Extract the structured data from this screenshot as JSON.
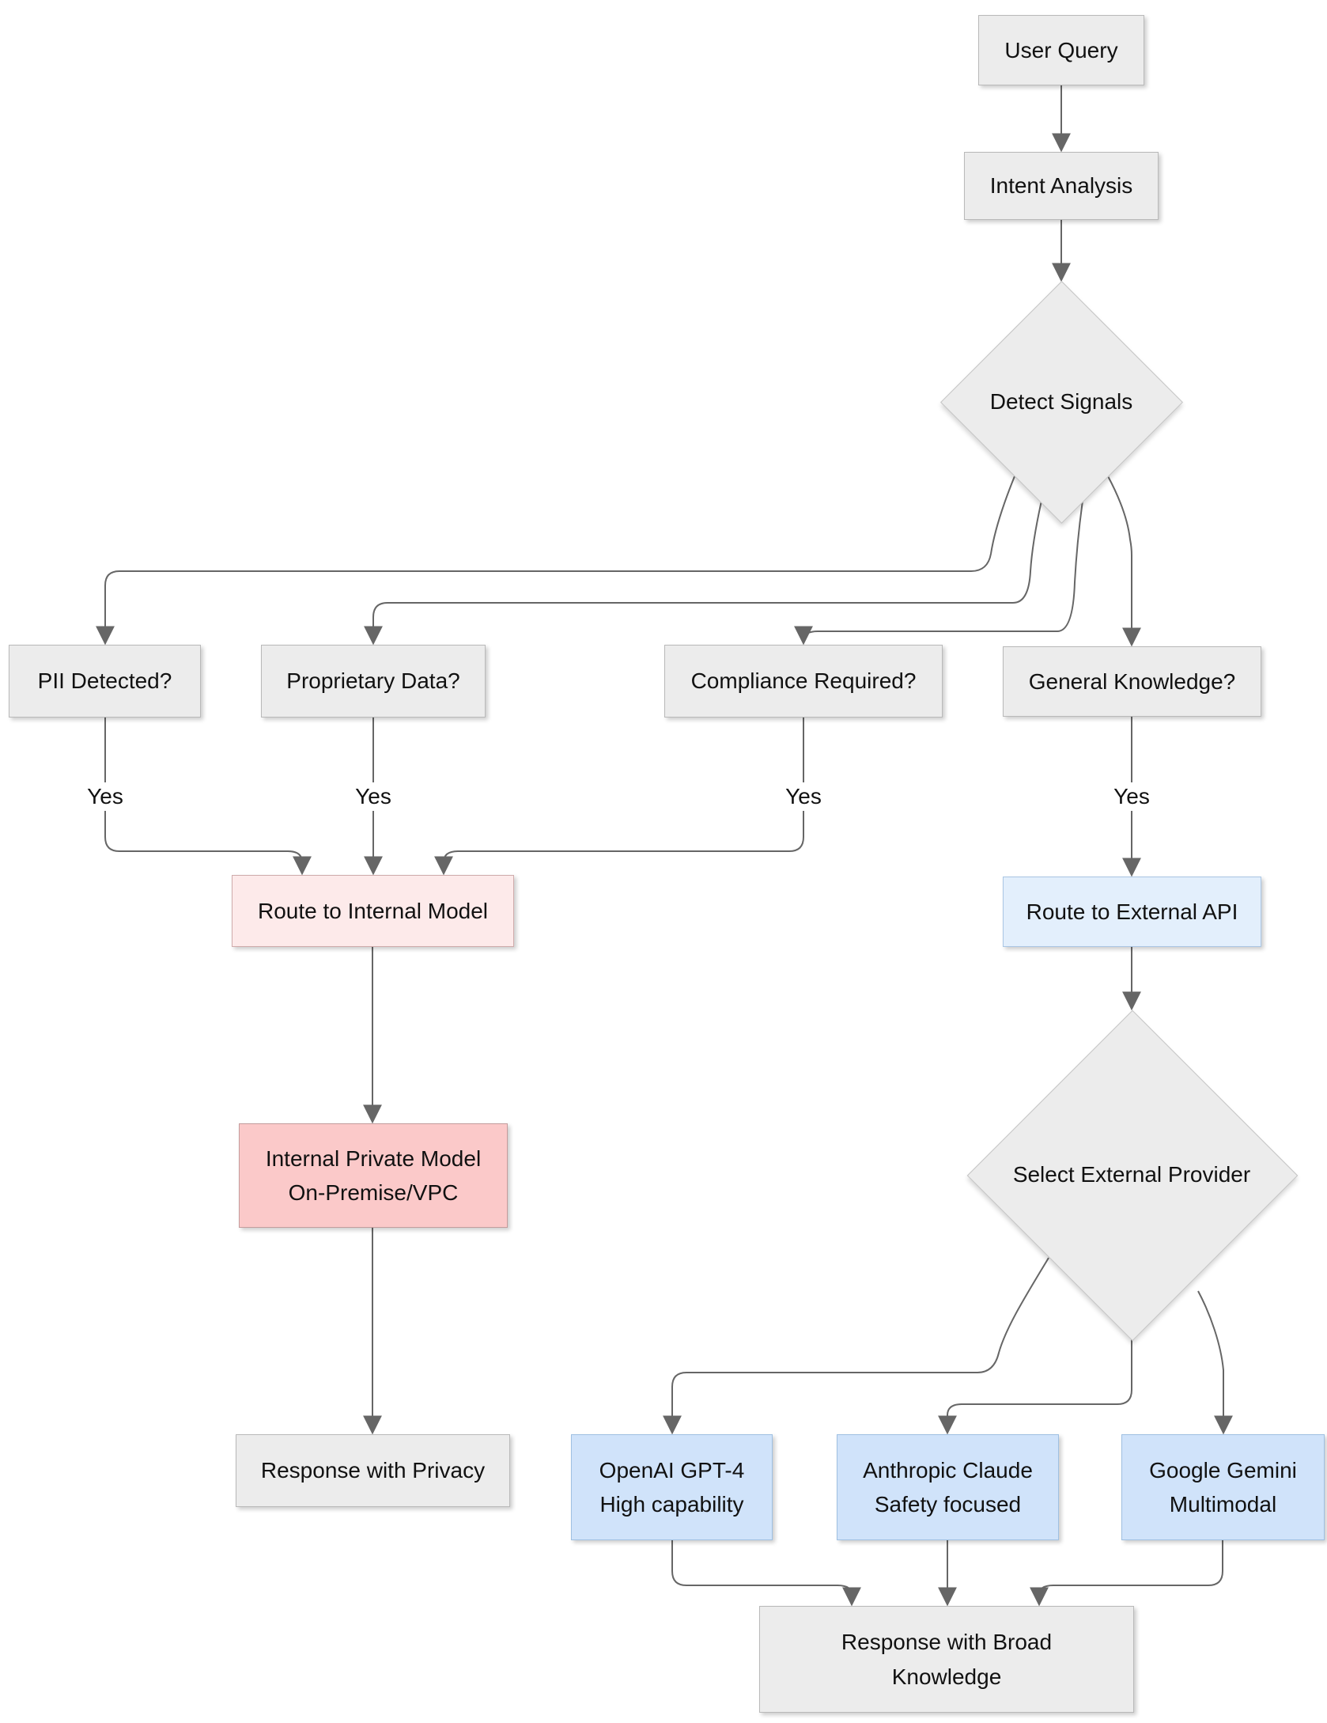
{
  "diagram": {
    "title_implicit": "LLM query routing flowchart",
    "nodes": {
      "user_query": {
        "label": "User Query"
      },
      "intent_analysis": {
        "label": "Intent Analysis"
      },
      "detect_signals": {
        "label": "Detect Signals"
      },
      "pii": {
        "label": "PII Detected?"
      },
      "proprietary": {
        "label": "Proprietary Data?"
      },
      "compliance": {
        "label": "Compliance Required?"
      },
      "general": {
        "label": "General Knowledge?"
      },
      "route_internal": {
        "label": "Route to Internal Model"
      },
      "route_external": {
        "label": "Route to External API"
      },
      "internal_model": {
        "line1": "Internal Private Model",
        "line2": "On-Premise/VPC"
      },
      "select_provider": {
        "label": "Select External Provider"
      },
      "response_privacy": {
        "label": "Response with Privacy"
      },
      "openai": {
        "line1": "OpenAI GPT-4",
        "line2": "High capability"
      },
      "anthropic": {
        "line1": "Anthropic Claude",
        "line2": "Safety focused"
      },
      "gemini": {
        "line1": "Google Gemini",
        "line2": "Multimodal"
      },
      "response_broad": {
        "line1": "Response with Broad",
        "line2": "Knowledge"
      }
    },
    "edge_labels": {
      "pii_yes": "Yes",
      "proprietary_yes": "Yes",
      "compliance_yes": "Yes",
      "general_yes": "Yes"
    },
    "edges": [
      {
        "from": "user_query",
        "to": "intent_analysis",
        "label": ""
      },
      {
        "from": "intent_analysis",
        "to": "detect_signals",
        "label": ""
      },
      {
        "from": "detect_signals",
        "to": "pii",
        "label": ""
      },
      {
        "from": "detect_signals",
        "to": "proprietary",
        "label": ""
      },
      {
        "from": "detect_signals",
        "to": "compliance",
        "label": ""
      },
      {
        "from": "detect_signals",
        "to": "general",
        "label": ""
      },
      {
        "from": "pii",
        "to": "route_internal",
        "label": "Yes"
      },
      {
        "from": "proprietary",
        "to": "route_internal",
        "label": "Yes"
      },
      {
        "from": "compliance",
        "to": "route_internal",
        "label": "Yes"
      },
      {
        "from": "general",
        "to": "route_external",
        "label": "Yes"
      },
      {
        "from": "route_internal",
        "to": "internal_model",
        "label": ""
      },
      {
        "from": "internal_model",
        "to": "response_privacy",
        "label": ""
      },
      {
        "from": "route_external",
        "to": "select_provider",
        "label": ""
      },
      {
        "from": "select_provider",
        "to": "openai",
        "label": ""
      },
      {
        "from": "select_provider",
        "to": "anthropic",
        "label": ""
      },
      {
        "from": "select_provider",
        "to": "gemini",
        "label": ""
      },
      {
        "from": "openai",
        "to": "response_broad",
        "label": ""
      },
      {
        "from": "anthropic",
        "to": "response_broad",
        "label": ""
      },
      {
        "from": "gemini",
        "to": "response_broad",
        "label": ""
      }
    ],
    "colors": {
      "gray": "#ececec",
      "pink-light": "#fdeaea",
      "pink": "#fbc9c9",
      "blue-light": "#e3effc",
      "blue": "#d0e3fa",
      "line": "#666666"
    }
  }
}
